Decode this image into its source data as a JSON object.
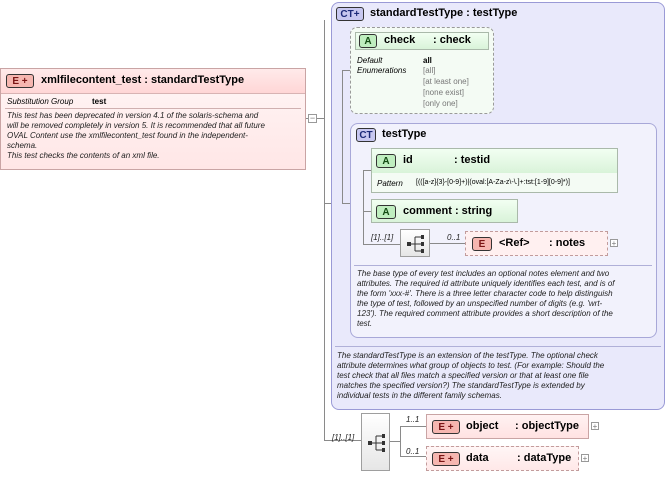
{
  "element": {
    "badge": "E",
    "title": "xmlfilecontent_test : standardTestType",
    "subst_label": "Substitution Group",
    "subst_value": "test",
    "doc_lines": [
      "This test has been deprecated in version 4.1 of the solaris-schema and",
      "will be removed completely in version 5.  It is recommended that all future",
      "OVAL Content use the xmlfilecontent_test found in the independent-",
      "schema.",
      "This test checks the contents of an xml file."
    ],
    "collapse": "−"
  },
  "standard": {
    "badge": "CT",
    "title": "standardTestType : testType",
    "check": {
      "badge": "A",
      "name": "check",
      "type": ": check",
      "default_label": "Default",
      "default_value": "all",
      "enum_label": "Enumerations",
      "enum_values": [
        "[all]",
        "[at least one]",
        "[none exist]",
        "[only one]"
      ]
    },
    "testType": {
      "badge": "CT",
      "title": "testType",
      "id": {
        "badge": "A",
        "name": "id",
        "type": ": testid",
        "pattern_label": "Pattern",
        "pattern_value": "[(([a-z]{3}-[0-9]+)|(oval:[A-Za-z\\-\\.]+:tst:[1-9][0-9]*)]"
      },
      "comment": {
        "badge": "A",
        "label": "comment : string"
      },
      "seq_card": "[1]..[1]",
      "notes_card": "0..1",
      "notes": {
        "badge": "E",
        "name": "<Ref>",
        "type": ": notes"
      },
      "doc_lines": [
        "The base type of every test includes an optional notes element and two",
        "attributes.  The required id attribute uniquely identifies each test, and is of",
        "the form 'xxx-#'.  There is a three letter character code to help distinguish",
        "the type of test, followed by an unspecified number of digits (e.g. 'wrt-",
        "123').  The required comment attribute provides a short description of the",
        "test."
      ]
    },
    "doc_lines": [
      "The standardTestType is an extension of the testType.  The optional check",
      "attribute determines what group of objects to test.  (For example: Should the",
      "test check that all files match a specified version or that at least one file",
      "matches the specified version?)  The standardTestType is extended by",
      "individual tests in the different family schemas."
    ]
  },
  "sequence": {
    "card": "[1]..[1]",
    "object_card": "1..1",
    "object": {
      "badge": "E",
      "name": "object",
      "type": ": objectType"
    },
    "data_card": "0..1",
    "data": {
      "badge": "E",
      "name": "data",
      "type": ": dataType"
    }
  },
  "colors": {
    "complex_type_bg": "#e9e9fb",
    "attribute_bg": "#f4fbf4",
    "element_bg": "#ffe6e6"
  },
  "icons": [
    "expand-plus-icon",
    "collapse-minus-icon",
    "sequence-compositor-icon"
  ]
}
